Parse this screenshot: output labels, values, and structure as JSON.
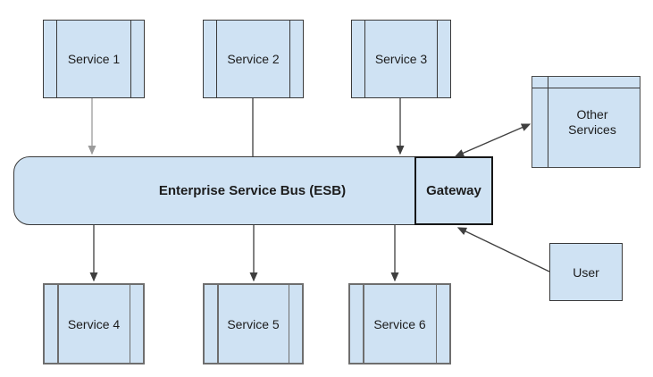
{
  "diagram": {
    "title": "Enterprise Service Bus architecture diagram",
    "colors": {
      "shape_fill": "#cfe2f3",
      "shape_border": "#3a3a3a",
      "connector": "#3f3f3f",
      "background": "#ffffff"
    },
    "boxes": {
      "services": [
        {
          "label": "Service 1"
        },
        {
          "label": "Service 2"
        },
        {
          "label": "Service 3"
        },
        {
          "label": "Service 4"
        },
        {
          "label": "Service 5"
        },
        {
          "label": "Service 6"
        }
      ],
      "esb": {
        "label": "Enterprise Service Bus (ESB)"
      },
      "gateway": {
        "label": "Gateway"
      },
      "other_services": {
        "label": "Other Services"
      },
      "user": {
        "label": "User"
      }
    },
    "connections": [
      {
        "from": "Service 1",
        "to": "Enterprise Service Bus (ESB)",
        "arrow": "to"
      },
      {
        "from": "Service 2",
        "to": "Enterprise Service Bus (ESB)",
        "arrow": "none"
      },
      {
        "from": "Service 3",
        "to": "Enterprise Service Bus (ESB)",
        "arrow": "to"
      },
      {
        "from": "Enterprise Service Bus (ESB)",
        "to": "Service 4",
        "arrow": "to"
      },
      {
        "from": "Enterprise Service Bus (ESB)",
        "to": "Service 5",
        "arrow": "to"
      },
      {
        "from": "Enterprise Service Bus (ESB)",
        "to": "Service 6",
        "arrow": "to"
      },
      {
        "from": "Gateway",
        "to": "Other Services",
        "arrow": "both"
      },
      {
        "from": "User",
        "to": "Gateway",
        "arrow": "to"
      }
    ]
  }
}
